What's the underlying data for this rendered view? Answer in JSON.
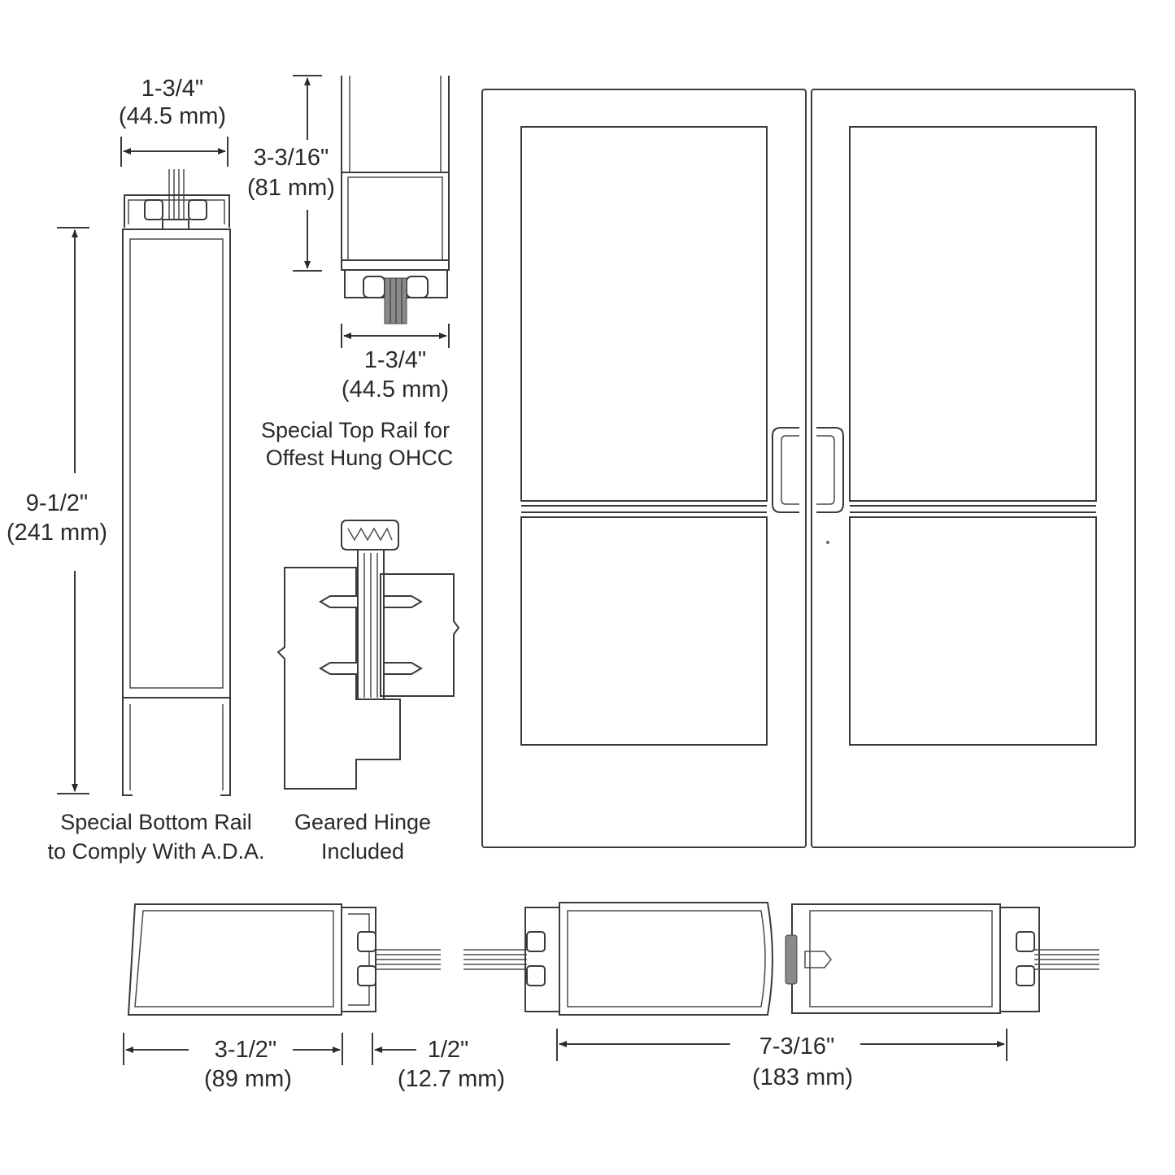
{
  "dimensions": {
    "stile_width_in": "1-3/4\"",
    "stile_width_mm": "(44.5 mm)",
    "bottom_rail_height_in": "9-1/2\"",
    "bottom_rail_height_mm": "(241 mm)",
    "top_rail_height_in": "3-3/16\"",
    "top_rail_height_mm": "(81 mm)",
    "top_rail_width_in": "1-3/4\"",
    "top_rail_width_mm": "(44.5 mm)",
    "hinge_stile_in": "3-1/2\"",
    "hinge_stile_mm": "(89 mm)",
    "gap_in": "1/2\"",
    "gap_mm": "(12.7 mm)",
    "meeting_stiles_in": "7-3/16\"",
    "meeting_stiles_mm": "(183 mm)"
  },
  "captions": {
    "top_rail_line1": "Special Top Rail for",
    "top_rail_line2": "Offest Hung OHCC",
    "bottom_rail_line1": "Special Bottom Rail",
    "bottom_rail_line2": "to Comply With A.D.A.",
    "hinge_line1": "Geared Hinge",
    "hinge_line2": "Included"
  }
}
